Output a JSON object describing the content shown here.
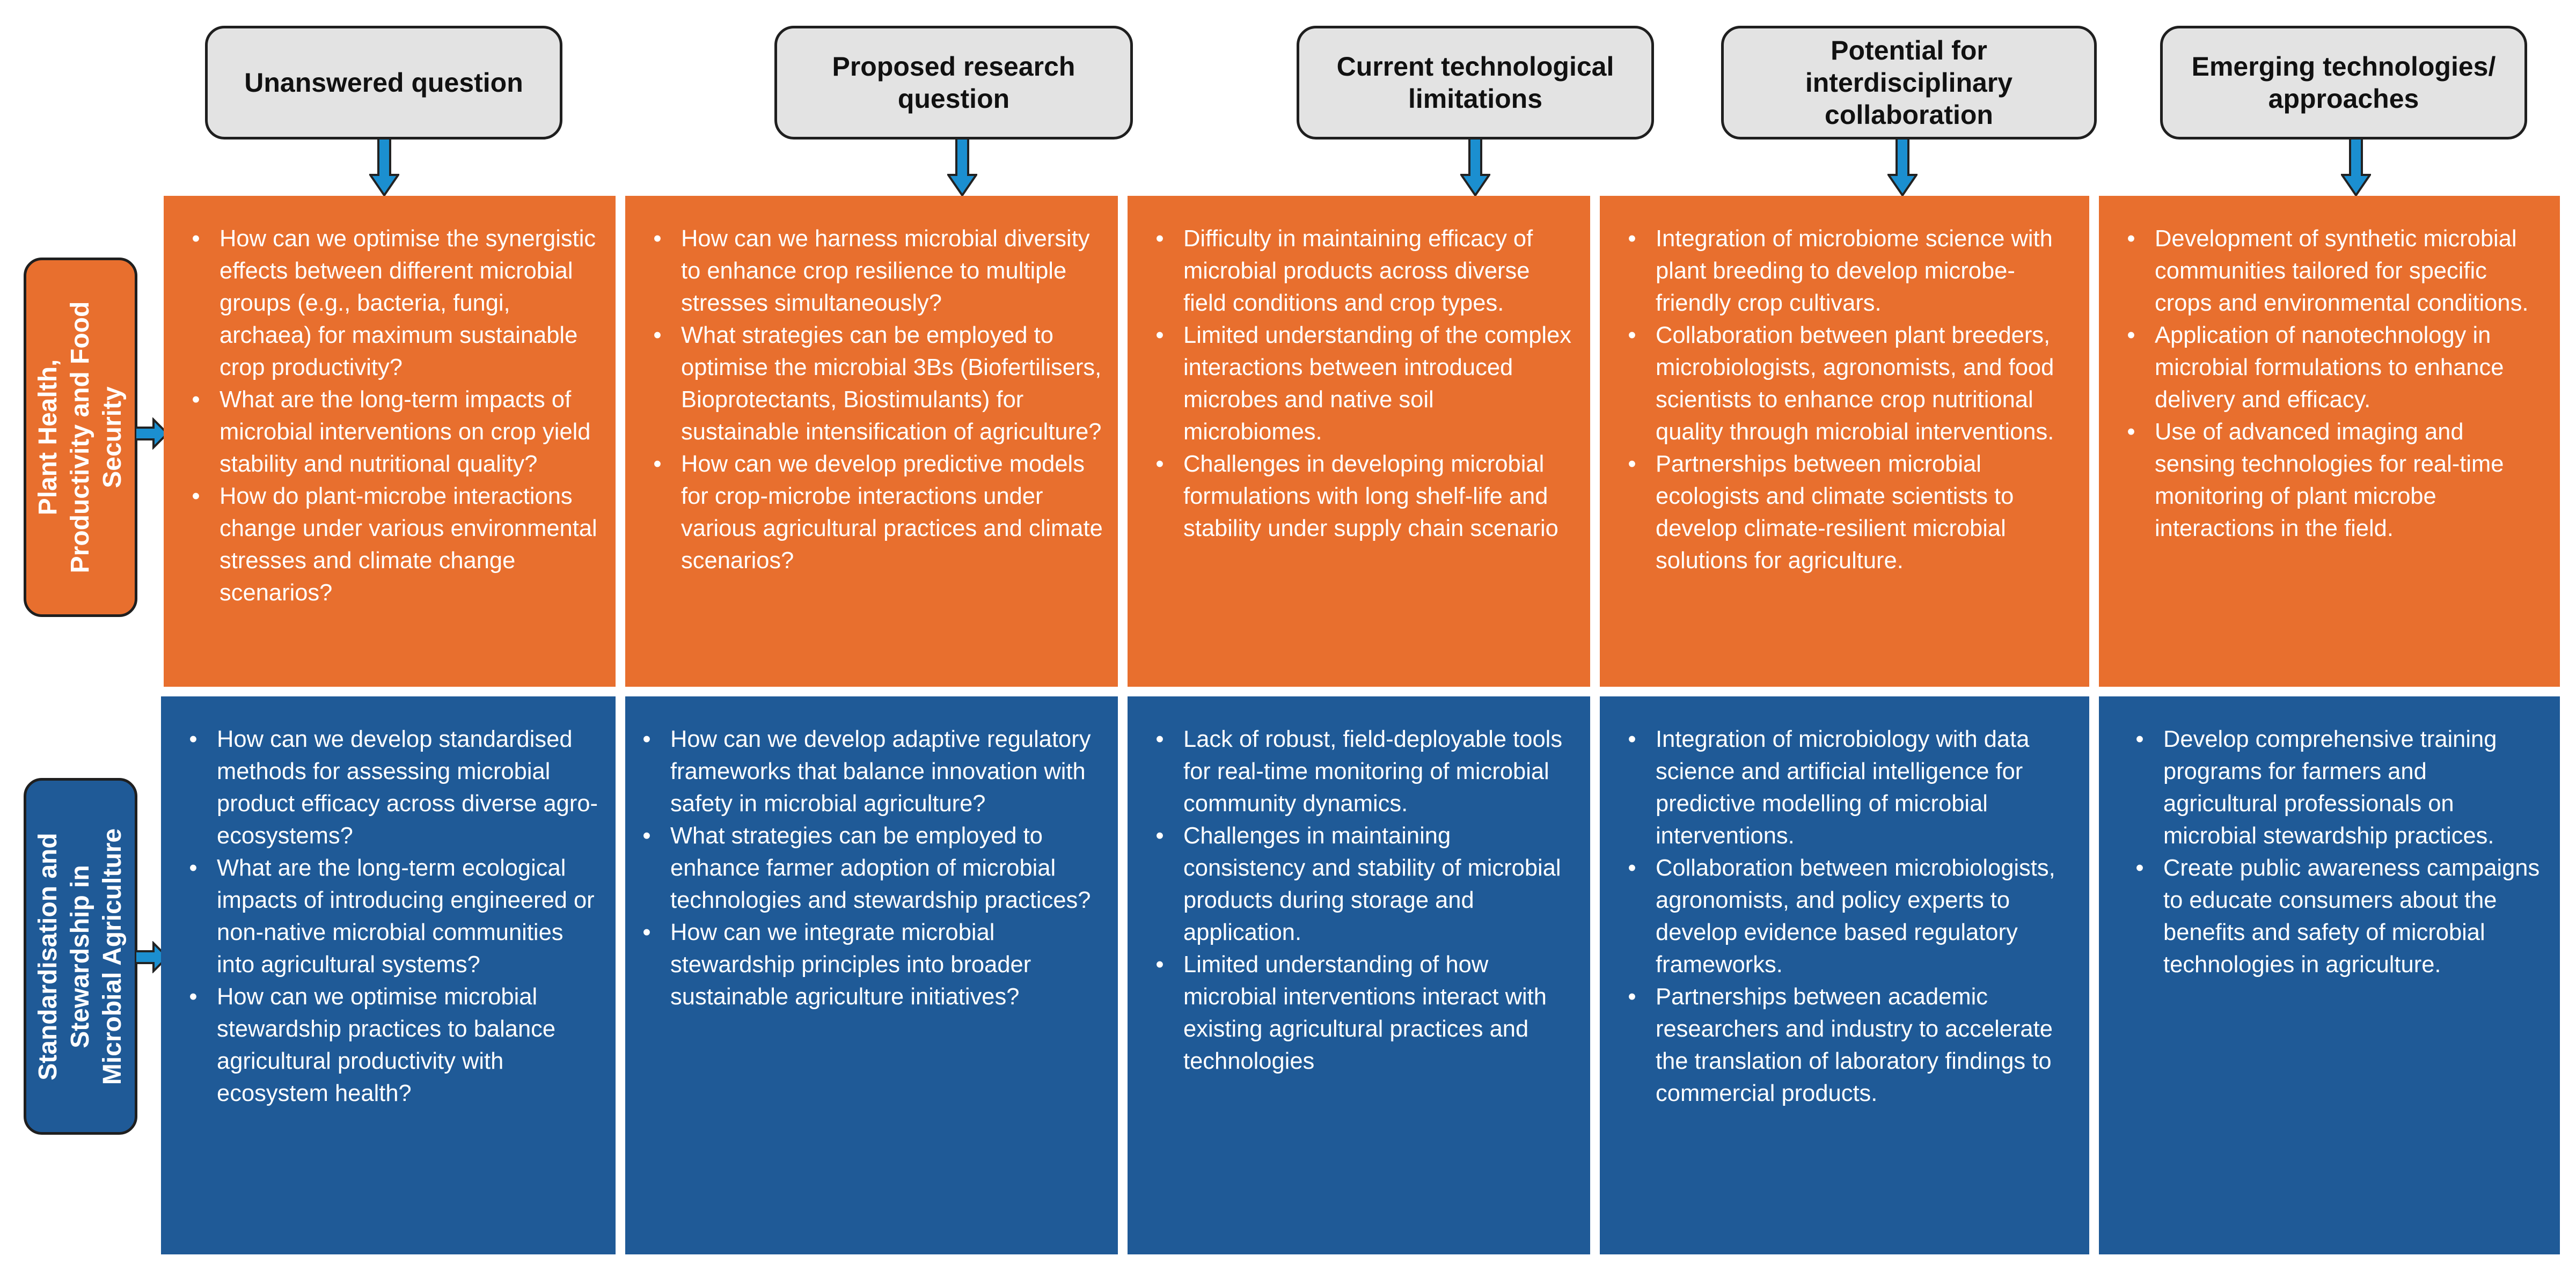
{
  "headers": [
    "Unanswered question",
    "Proposed research question",
    "Current technological limitations",
    "Potential for interdisciplinary collaboration",
    "Emerging technologies/ approaches"
  ],
  "rows": [
    {
      "label": "Plant Health, Productivity and Food Security",
      "color": "#e86f2e",
      "cells": [
        [
          "How can we optimise the synergistic effects between different microbial groups (e.g., bacteria, fungi, archaea) for maximum sustainable crop productivity?",
          "What are the long-term impacts of microbial interventions on crop yield stability and nutritional quality?",
          "How do plant-microbe interactions change under various environmental stresses and climate change scenarios?"
        ],
        [
          "How can we harness microbial diversity to enhance crop resilience to multiple stresses simultaneously?",
          "What strategies can be employed to optimise the microbial 3Bs (Biofertilisers, Bioprotectants, Biostimulants) for sustainable intensification of agriculture?",
          "How can we develop predictive models for crop-microbe interactions under various agricultural practices and climate scenarios?"
        ],
        [
          "Difficulty in maintaining efficacy of microbial products across diverse field conditions and crop types.",
          "Limited understanding of the complex interactions between introduced microbes and native soil microbiomes.",
          "Challenges in developing microbial formulations with long shelf-life and stability under supply chain scenario"
        ],
        [
          "Integration of microbiome science with plant breeding to develop microbe-friendly crop cultivars.",
          "Collaboration between plant breeders, microbiologists, agronomists, and food scientists to enhance crop nutritional quality through microbial interventions.",
          "Partnerships between microbial ecologists and climate scientists to develop climate-resilient microbial solutions for agriculture."
        ],
        [
          "Development of synthetic microbial communities tailored for specific crops and environmental conditions.",
          "Application of nanotechnology in microbial formulations to enhance delivery and efficacy.",
          "Use of advanced imaging and sensing technologies for real-time monitoring of plant microbe interactions in the field."
        ]
      ]
    },
    {
      "label": "Standardisation and Stewardship in Microbial Agriculture",
      "color": "#1f5a97",
      "cells": [
        [
          "How can we develop standardised methods for assessing microbial product efficacy across diverse agro-ecosystems?",
          "What are the long-term ecological impacts of introducing engineered or non-native microbial communities into agricultural systems?",
          "How can we optimise microbial stewardship practices to balance agricultural productivity with ecosystem health?"
        ],
        [
          "How can we develop adaptive regulatory frameworks that balance innovation with safety in microbial agriculture?",
          "What strategies can be employed to enhance farmer adoption of microbial technologies and stewardship practices?",
          "How can we integrate microbial stewardship principles into broader sustainable agriculture initiatives?"
        ],
        [
          "Lack of robust, field-deployable tools for real-time monitoring of microbial community dynamics.",
          "Challenges in maintaining consistency and stability of microbial products during storage and application.",
          "Limited understanding of how microbial interventions interact with existing agricultural practices and technologies"
        ],
        [
          "Integration of microbiology with data science and artificial intelligence for predictive modelling of microbial interventions.",
          "Collaboration between microbiologists, agronomists, and policy experts to develop evidence based regulatory frameworks.",
          "Partnerships between academic researchers and industry to accelerate the translation of laboratory findings to commercial products."
        ],
        [
          "Develop comprehensive training programs for farmers and agricultural professionals on microbial stewardship practices.",
          "Create public awareness campaigns to educate consumers about the benefits and safety of microbial technologies in agriculture."
        ]
      ]
    }
  ]
}
